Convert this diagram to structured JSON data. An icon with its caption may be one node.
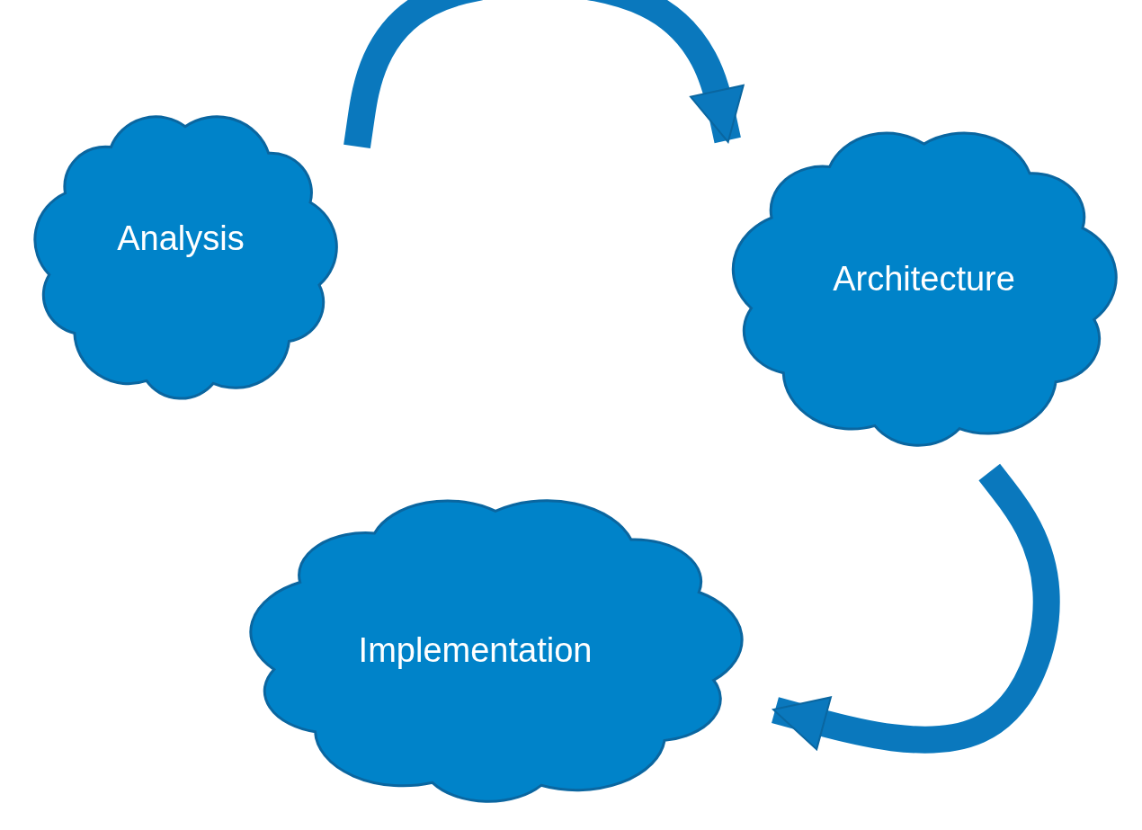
{
  "diagram": {
    "nodes": [
      {
        "text": [
          "Analysis"
        ]
      },
      {
        "text": [
          "Architecture"
        ]
      },
      {
        "text": [
          "Implementation"
        ]
      }
    ],
    "edges": [
      {
        "from": 0,
        "to": 1,
        "arrow": "to"
      },
      {
        "from": 1,
        "to": 2,
        "arrow": "to"
      }
    ]
  }
}
